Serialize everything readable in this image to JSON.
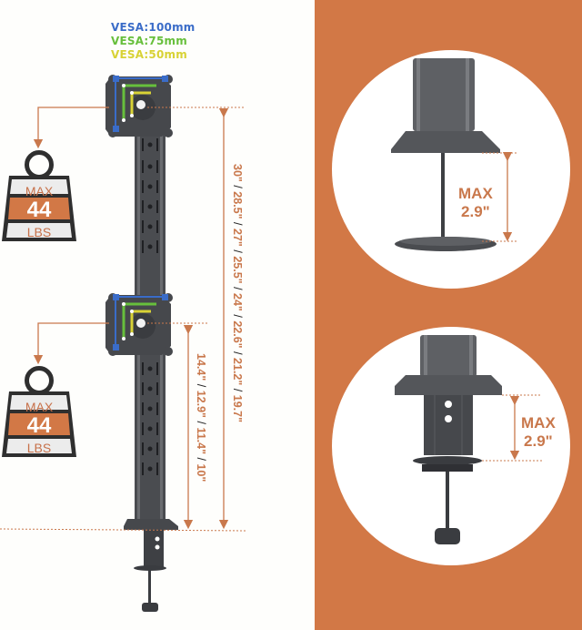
{
  "colors": {
    "accent_orange": "#d27846",
    "dimension_orange": "#c9784c",
    "pole_gray": "#4a4c50",
    "vesa_100": "#3a6cc8",
    "vesa_75": "#67bf3c",
    "vesa_50": "#d8d235"
  },
  "vesa_legend": {
    "v100": "VESA:100mm",
    "v75": "VESA:75mm",
    "v50": "VESA:50mm"
  },
  "weight_badges": [
    {
      "max": "MAX",
      "value": "44",
      "unit": "LBS"
    },
    {
      "max": "MAX",
      "value": "44",
      "unit": "LBS"
    }
  ],
  "dimensions": {
    "top_mount_heights": [
      "30\"",
      "28.5\"",
      "27\"",
      "25.5\"",
      "24\"",
      "22.6\"",
      "21.2\"",
      "19.7\""
    ],
    "bottom_mount_heights": [
      "14.4\"",
      "12.9\"",
      "11.4\"",
      "10\""
    ],
    "separator": "/"
  },
  "clamp_details": [
    {
      "type": "grommet",
      "label_line1": "MAX",
      "label_line2": "2.9\""
    },
    {
      "type": "c-clamp",
      "label_line1": "MAX",
      "label_line2": "2.9\""
    }
  ]
}
